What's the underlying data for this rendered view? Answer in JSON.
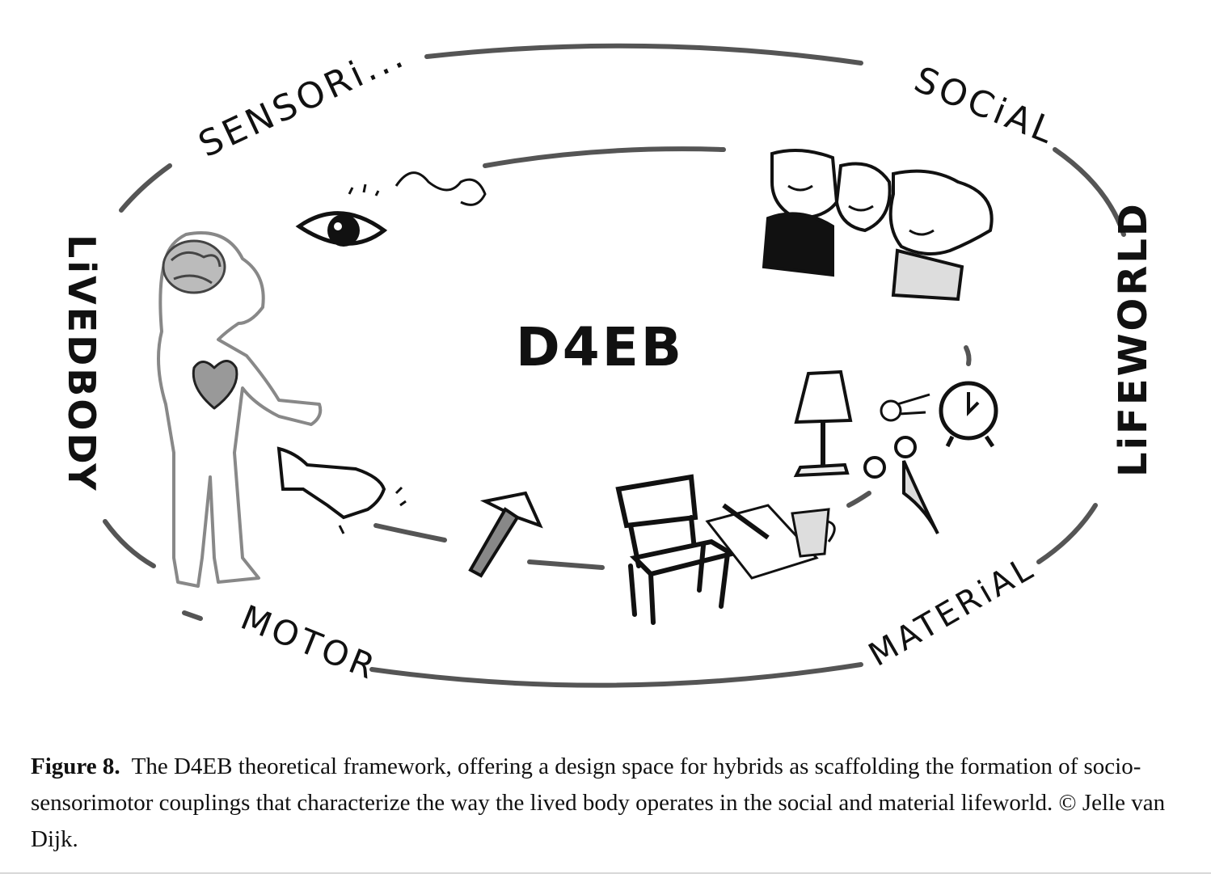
{
  "diagram": {
    "center_label": "D4EB",
    "labels": {
      "sensori": "SENSORi...",
      "social": "SOCiAL",
      "livedbody": "LiVEDBODY",
      "lifeworld": "LiFEWORLD",
      "motor": "MOTOR",
      "material": "MATERiAL"
    }
  },
  "caption": {
    "figure_label": "Figure 8.",
    "text": "The D4EB theoretical framework, offering a design space for hybrids as scaffolding the formation of socio-sensorimotor couplings that characterize the way the lived body operates in the social and material lifeworld. © Jelle van Dijk."
  }
}
